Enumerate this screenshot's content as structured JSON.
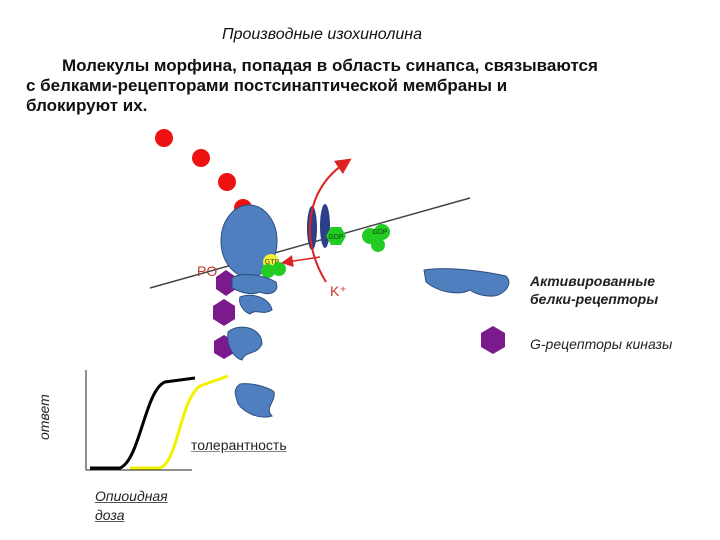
{
  "title": "Производные изохинолина",
  "intro": {
    "line1": "Молекулы морфина, попадая в область синапса, связываются",
    "line2": "с белками-рецепторами постсинаптической мембраны и",
    "line3": "блокируют их."
  },
  "labels": {
    "gdp_channel": "GDP",
    "gdp_right": "GDP",
    "gtp": "GTP",
    "k_ion": "K⁺",
    "phosphate": "PO"
  },
  "legend": {
    "activated_line1": "Активированные",
    "activated_line2": "белки-рецепторы",
    "kinase": "G-рецепторы киназы"
  },
  "graph": {
    "y_label": "ответ",
    "x_label_line1": "Опиоидная",
    "x_label_line2": "доза",
    "tolerance_label": "толерантность"
  },
  "colors": {
    "morphine": "#ee1111",
    "receptor": "#4f7fbf",
    "kinase": "#7a1a8c",
    "gdp": "#22cc22",
    "gtp": "#f2f230",
    "ion_arrow": "#dd2222",
    "curve_normal": "#000000",
    "curve_tolerant": "#f2f200"
  }
}
